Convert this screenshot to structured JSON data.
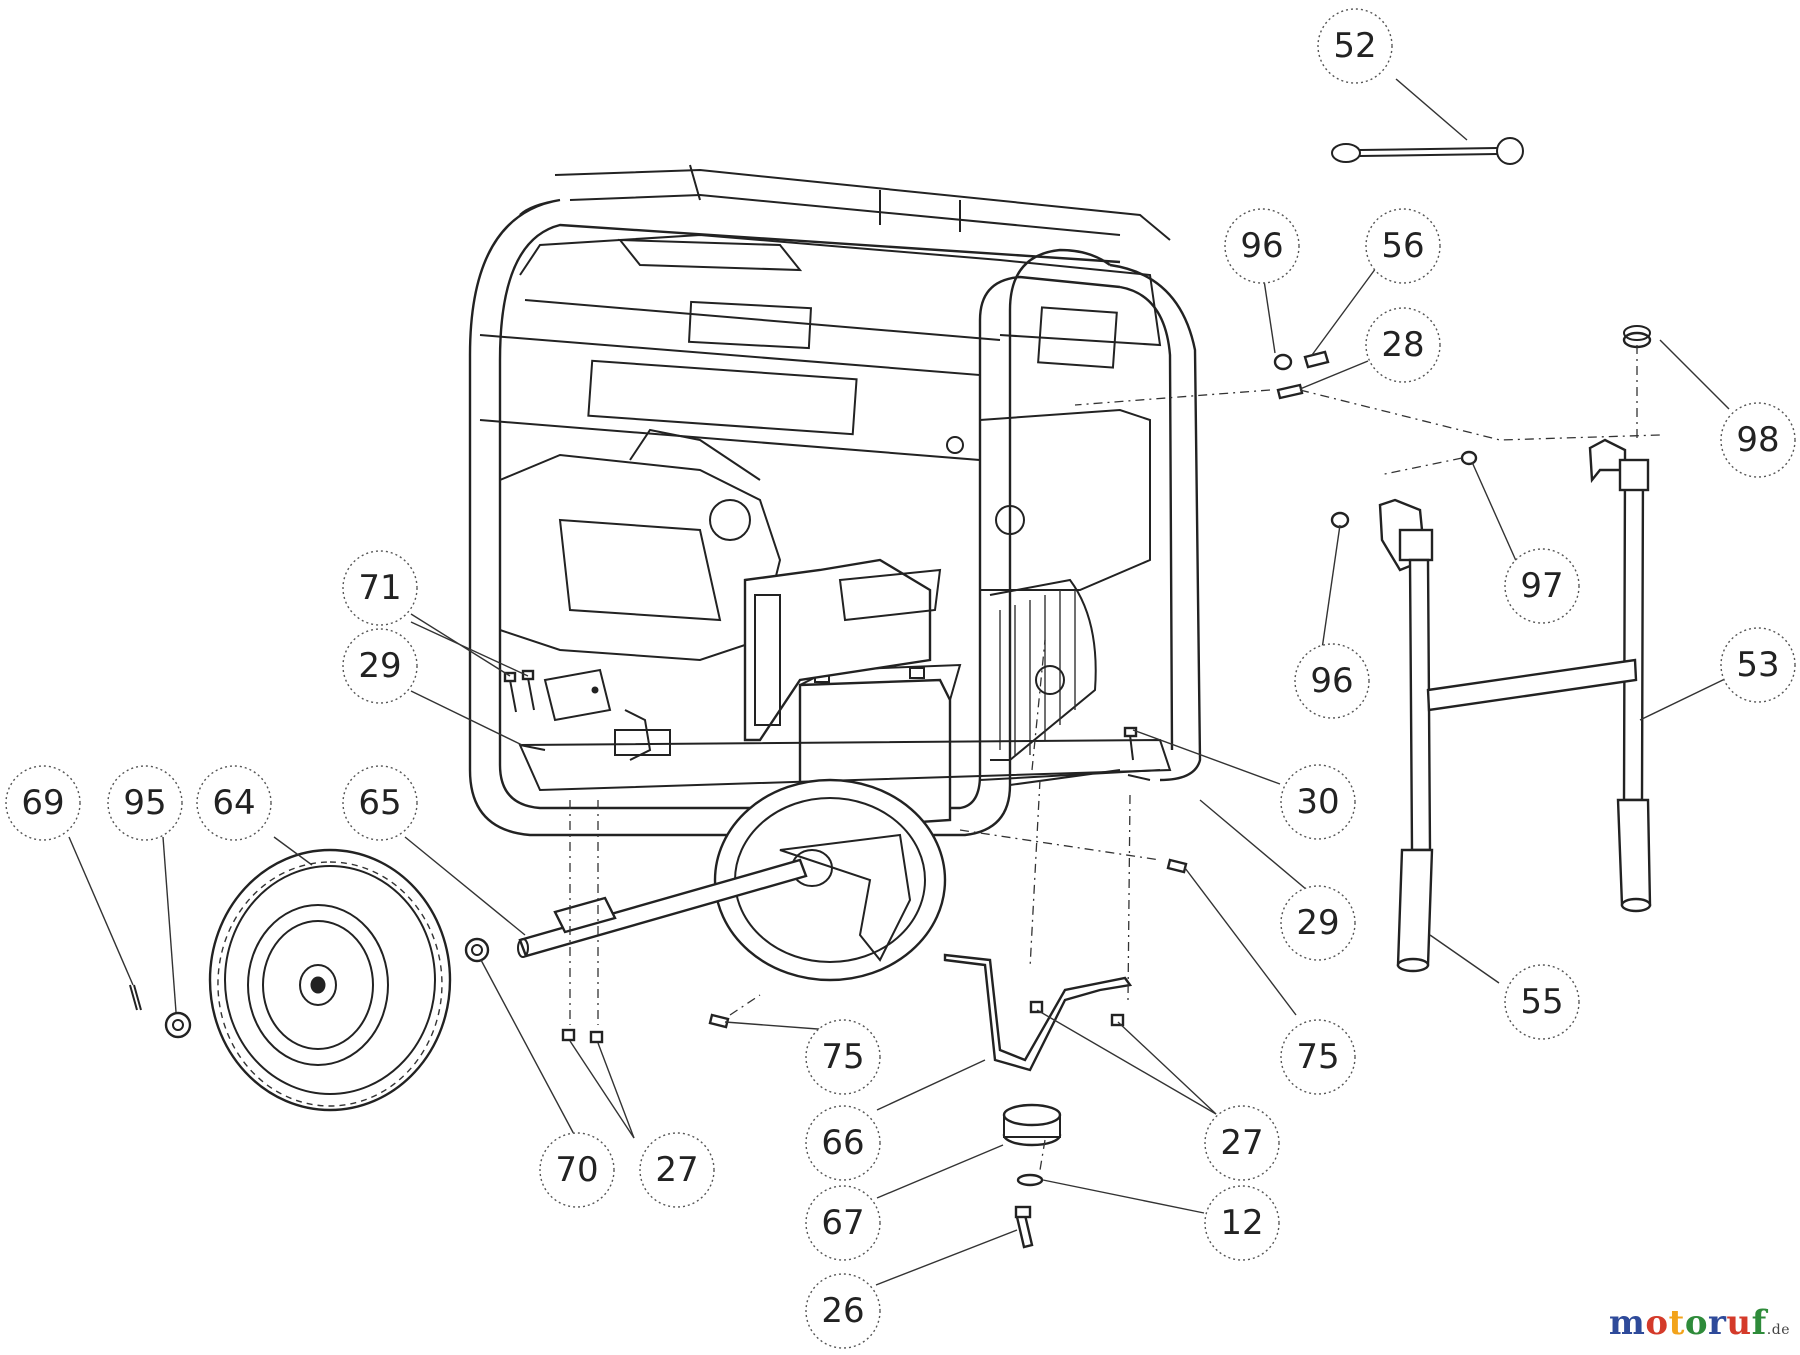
{
  "watermark": {
    "letters": [
      {
        "ch": "m",
        "color": "#2e4a9a"
      },
      {
        "ch": "o",
        "color": "#d43a2a"
      },
      {
        "ch": "t",
        "color": "#f2a31b"
      },
      {
        "ch": "o",
        "color": "#2e8b3a"
      },
      {
        "ch": "r",
        "color": "#2e4a9a"
      },
      {
        "ch": "u",
        "color": "#d43a2a"
      },
      {
        "ch": "f",
        "color": "#2e8b3a"
      }
    ],
    "suffix": ".de"
  },
  "callouts": [
    {
      "id": "c52",
      "label": "52"
    },
    {
      "id": "c96a",
      "label": "96"
    },
    {
      "id": "c56",
      "label": "56"
    },
    {
      "id": "c28",
      "label": "28"
    },
    {
      "id": "c98",
      "label": "98"
    },
    {
      "id": "c97",
      "label": "97"
    },
    {
      "id": "c96b",
      "label": "96"
    },
    {
      "id": "c53",
      "label": "53"
    },
    {
      "id": "c71",
      "label": "71"
    },
    {
      "id": "c29a",
      "label": "29"
    },
    {
      "id": "c30",
      "label": "30"
    },
    {
      "id": "c69",
      "label": "69"
    },
    {
      "id": "c95",
      "label": "95"
    },
    {
      "id": "c64",
      "label": "64"
    },
    {
      "id": "c65",
      "label": "65"
    },
    {
      "id": "c29b",
      "label": "29"
    },
    {
      "id": "c55",
      "label": "55"
    },
    {
      "id": "c75a",
      "label": "75"
    },
    {
      "id": "c75b",
      "label": "75"
    },
    {
      "id": "c70",
      "label": "70"
    },
    {
      "id": "c27a",
      "label": "27"
    },
    {
      "id": "c66",
      "label": "66"
    },
    {
      "id": "c27b",
      "label": "27"
    },
    {
      "id": "c67",
      "label": "67"
    },
    {
      "id": "c12",
      "label": "12"
    },
    {
      "id": "c26",
      "label": "26"
    }
  ]
}
